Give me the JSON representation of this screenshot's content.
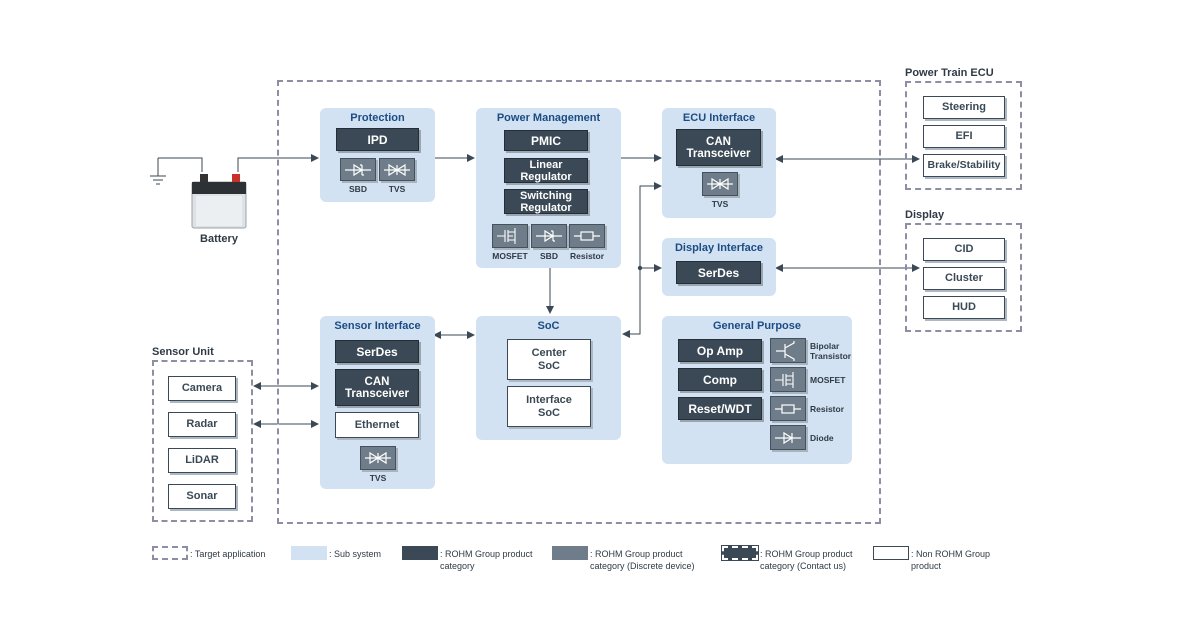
{
  "battery": {
    "label": "Battery"
  },
  "protection": {
    "title": "Protection",
    "ipd": "IPD",
    "sbd": "SBD",
    "tvs": "TVS"
  },
  "power_management": {
    "title": "Power Management",
    "pmic": "PMIC",
    "linear": "Linear\nRegulator",
    "switching": "Switching\nRegulator",
    "mosfet": "MOSFET",
    "sbd": "SBD",
    "resistor": "Resistor"
  },
  "ecu_interface": {
    "title": "ECU Interface",
    "can": "CAN\nTransceiver",
    "tvs": "TVS"
  },
  "display_interface": {
    "title": "Display Interface",
    "serdes": "SerDes"
  },
  "sensor_interface": {
    "title": "Sensor Interface",
    "serdes": "SerDes",
    "can": "CAN\nTransceiver",
    "ethernet": "Ethernet",
    "tvs": "TVS"
  },
  "soc": {
    "title": "SoC",
    "center": "Center\nSoC",
    "interface": "Interface\nSoC"
  },
  "general_purpose": {
    "title": "General Purpose",
    "opamp": "Op Amp",
    "comp": "Comp",
    "reset": "Reset/WDT",
    "bipolar": "Bipolar\nTransistor",
    "mosfet": "MOSFET",
    "resistor": "Resistor",
    "diode": "Diode"
  },
  "power_train": {
    "title": "Power Train ECU",
    "items": [
      "Steering",
      "EFI",
      "Brake/Stability"
    ]
  },
  "display": {
    "title": "Display",
    "items": [
      "CID",
      "Cluster",
      "HUD"
    ]
  },
  "sensor_unit": {
    "title": "Sensor Unit",
    "items": [
      "Camera",
      "Radar",
      "LiDAR",
      "Sonar"
    ]
  },
  "legend": {
    "target": ": Target application",
    "sub": ": Sub system",
    "rohm": ": ROHM Group product\ncategory",
    "discrete": ": ROHM Group product\ncategory (Discrete device)",
    "contact": ": ROHM Group product\ncategory (Contact us)",
    "non": ": Non ROHM Group\nproduct"
  },
  "colors": {
    "subsystem": "#d3e2f2",
    "rohm_dark": "#3a4955",
    "discrete": "#6e7d89",
    "title_blue": "#1b4c84",
    "dash": "#8d8ea4"
  }
}
